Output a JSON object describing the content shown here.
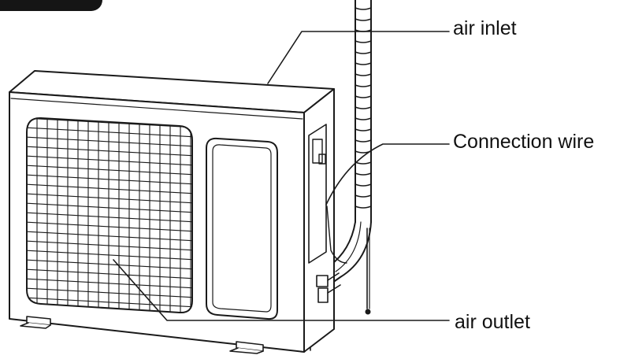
{
  "labels": {
    "air_inlet": "air inlet",
    "connection_wire": "Connection wire",
    "air_outlet": "air outlet"
  },
  "colors": {
    "line": "#1a1a1a",
    "fill": "#ffffff",
    "corner_tab": "#151515"
  }
}
